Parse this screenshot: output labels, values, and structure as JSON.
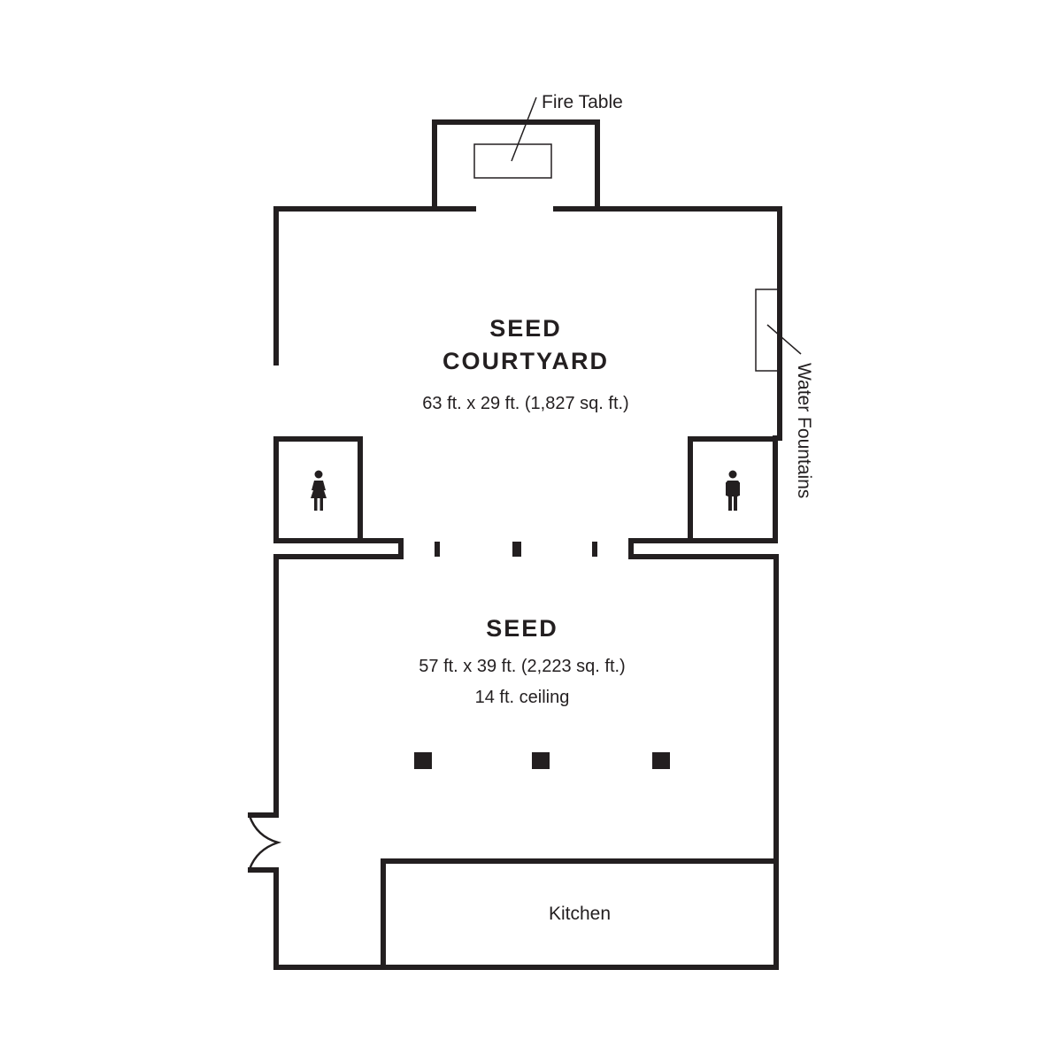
{
  "rooms": {
    "courtyard": {
      "name_line1": "SEED",
      "name_line2": "COURTYARD",
      "dimensions": "63 ft. x 29 ft. (1,827 sq. ft.)"
    },
    "seed": {
      "name": "SEED",
      "dimensions": "57 ft. x 39 ft. (2,223 sq. ft.)",
      "ceiling": "14 ft. ceiling"
    },
    "kitchen": {
      "name": "Kitchen"
    }
  },
  "callouts": {
    "fire_table": "Fire Table",
    "water_fountains": "Water Fountains"
  },
  "icons": {
    "womens_restroom": "womens-restroom-icon",
    "mens_restroom": "mens-restroom-icon"
  },
  "colors": {
    "ink": "#231f20",
    "background": "#ffffff"
  }
}
